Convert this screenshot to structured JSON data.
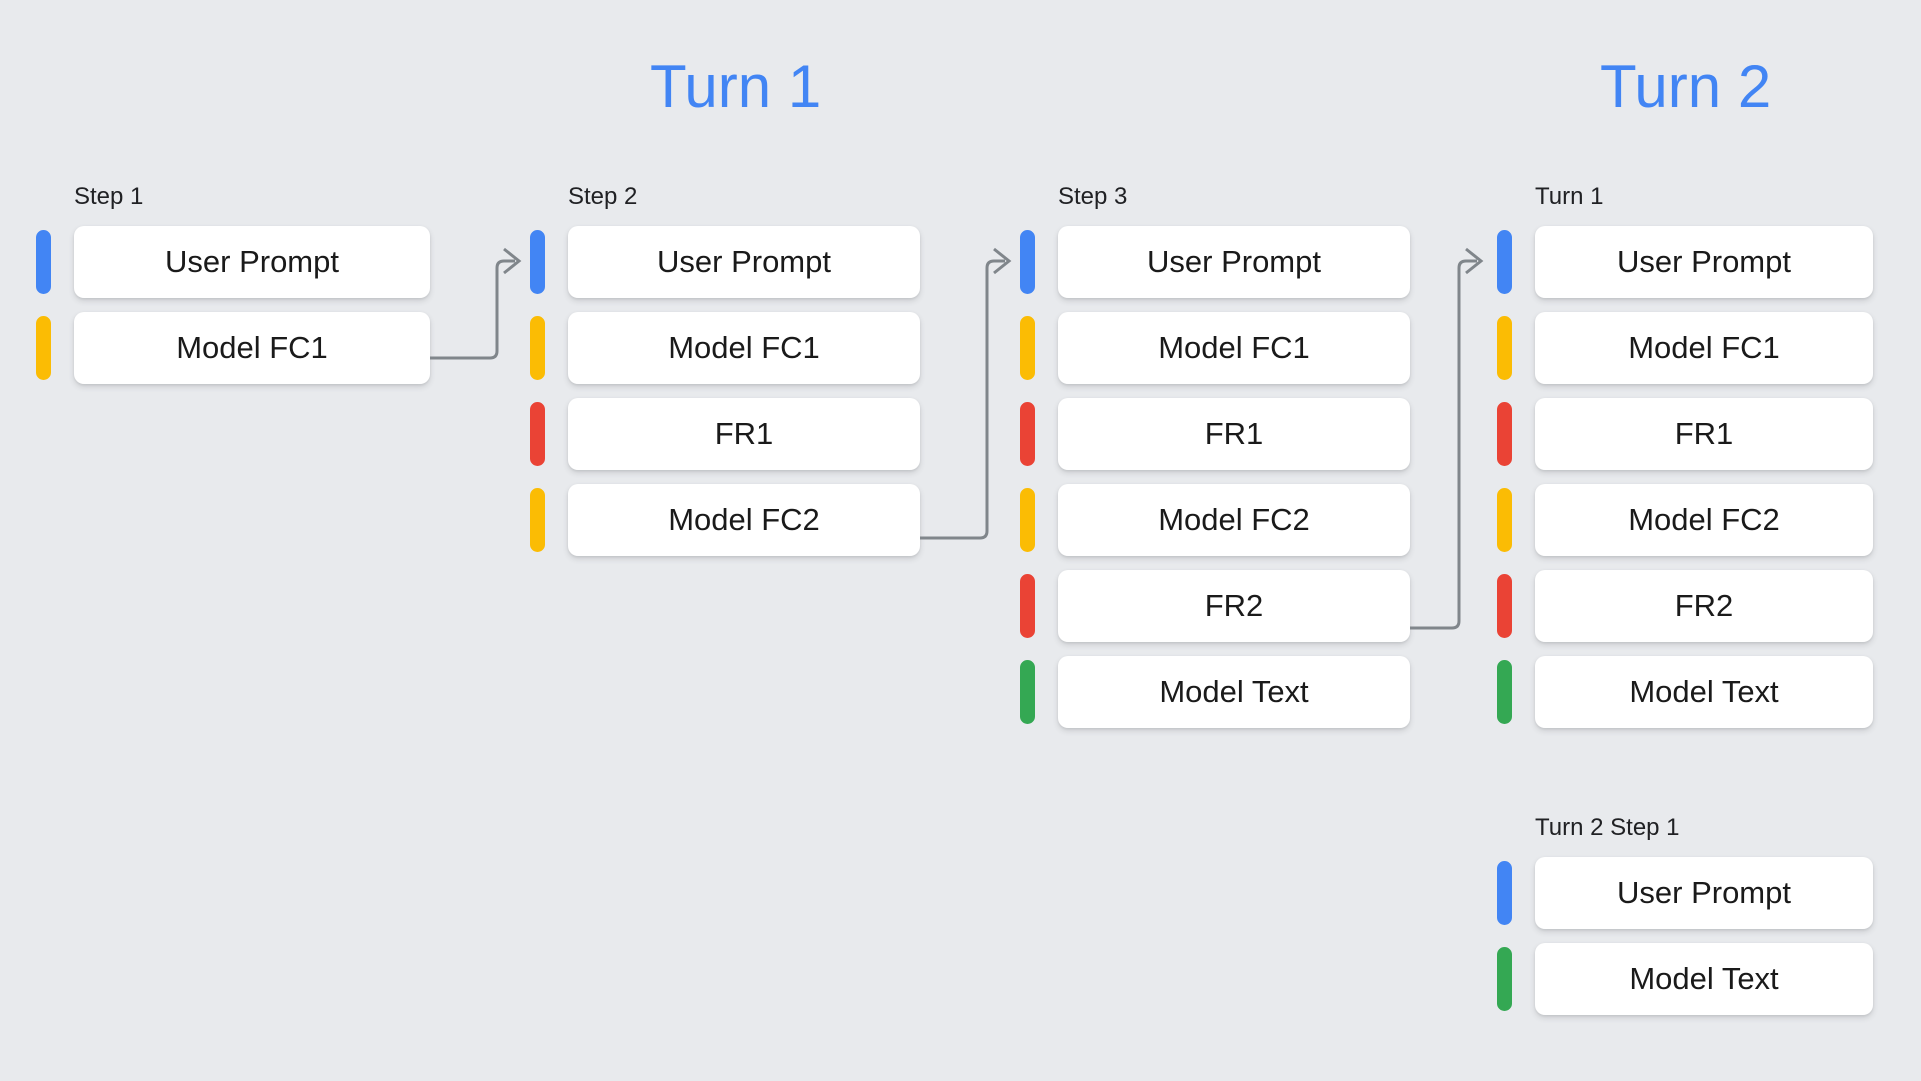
{
  "background_color": "#E8EAED",
  "palette": {
    "blue": "#4285F4",
    "yellow": "#FBBC04",
    "red": "#EA4335",
    "green": "#34A853",
    "connector": "#80868B",
    "card": "#FFFFFF",
    "text": "#1A1A1A"
  },
  "titles": {
    "turn_1": "Turn 1",
    "turn_2": "Turn 2"
  },
  "columns": [
    {
      "id": "step-1",
      "label": "Step 1",
      "rows": [
        {
          "label": "User Prompt",
          "color": "blue"
        },
        {
          "label": "Model FC1",
          "color": "yellow"
        }
      ]
    },
    {
      "id": "step-2",
      "label": "Step 2",
      "rows": [
        {
          "label": "User Prompt",
          "color": "blue"
        },
        {
          "label": "Model FC1",
          "color": "yellow"
        },
        {
          "label": "FR1",
          "color": "red"
        },
        {
          "label": "Model FC2",
          "color": "yellow"
        }
      ]
    },
    {
      "id": "step-3",
      "label": "Step 3",
      "rows": [
        {
          "label": "User Prompt",
          "color": "blue"
        },
        {
          "label": "Model FC1",
          "color": "yellow"
        },
        {
          "label": "FR1",
          "color": "red"
        },
        {
          "label": "Model FC2",
          "color": "yellow"
        },
        {
          "label": "FR2",
          "color": "red"
        },
        {
          "label": "Model Text",
          "color": "green"
        }
      ]
    },
    {
      "id": "turn2-turn1",
      "label": "Turn 1",
      "rows": [
        {
          "label": "User Prompt",
          "color": "blue"
        },
        {
          "label": "Model FC1",
          "color": "yellow"
        },
        {
          "label": "FR1",
          "color": "red"
        },
        {
          "label": "Model FC2",
          "color": "yellow"
        },
        {
          "label": "FR2",
          "color": "red"
        },
        {
          "label": "Model Text",
          "color": "green"
        }
      ]
    },
    {
      "id": "turn2-step1",
      "label": "Turn 2 Step 1",
      "rows": [
        {
          "label": "User Prompt",
          "color": "blue"
        },
        {
          "label": "Model Text",
          "color": "green"
        }
      ]
    }
  ],
  "connectors": [
    {
      "id": "step1-to-step2",
      "from_row": "Model FC1",
      "to_row": "User Prompt"
    },
    {
      "id": "step2-to-step3",
      "from_row": "Model FC2",
      "to_row": "User Prompt"
    },
    {
      "id": "step3-to-turn2-turn1",
      "from_row": "FR2",
      "to_row": "User Prompt"
    }
  ]
}
